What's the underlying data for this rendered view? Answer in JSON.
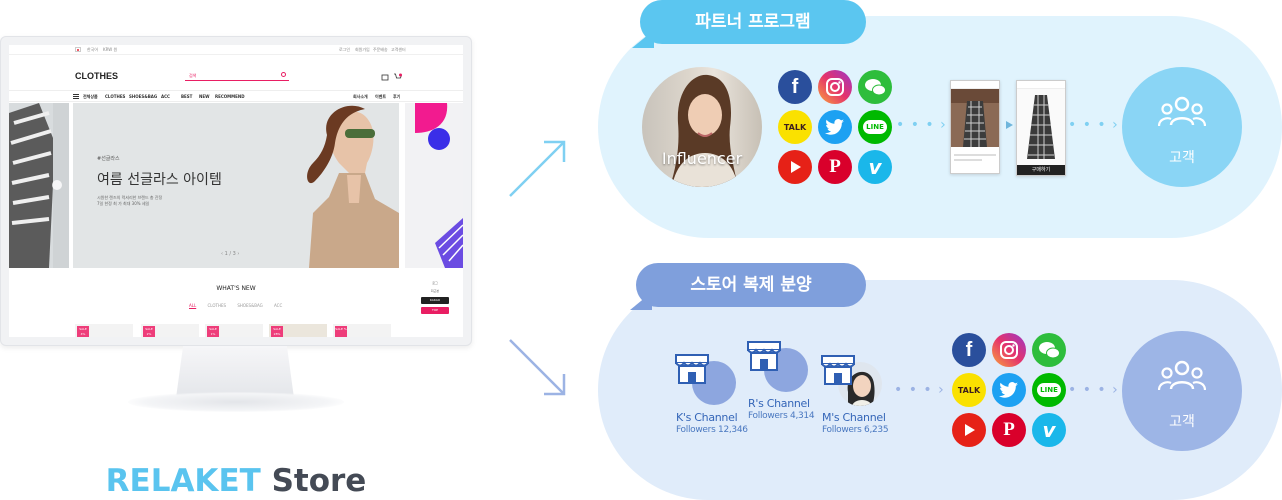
{
  "store": {
    "brand": "RELAKET",
    "suffix": "Store",
    "site": {
      "topbar_links": [
        "로그인",
        "회원가입",
        "주문배송",
        "고객센터"
      ],
      "topbar_left": [
        "한국어",
        "KRW 원"
      ],
      "logo": "CLOTHES",
      "search_placeholder": "검색",
      "nav": [
        "전체상품",
        "CLOTHES",
        "SHOES&BAG",
        "ACC",
        "BEST",
        "NEW",
        "RECOMMEND"
      ],
      "nav_right": [
        "회사소개",
        "이벤트",
        "후기"
      ],
      "banner_small": "#선글라스",
      "banner_title": "여름 선글라스 아이템",
      "banner_desc1": "시원한 렌즈의 럭셔리한 브랜드 총 잔정",
      "banner_desc2": "7일 한정 최 가 최대 30% 세일",
      "pager": "‹  1 / 3  ›",
      "whats_new": "WHAT'S NEW",
      "tabs": [
        "ALL",
        "CLOTHES",
        "SHOES&BAG",
        "ACC"
      ],
      "sale_labels": [
        "SALE 4%",
        "SALE 2%",
        "SALE 1%",
        "SALE 28%",
        "SALE %"
      ],
      "side_widget": [
        "로그",
        "최근본",
        "KAKAO",
        "TOP"
      ]
    }
  },
  "partner_program": {
    "title": "파트너 프로그램",
    "influencer_label": "Influencer",
    "customer_label": "고객",
    "buy_button": "구매하기"
  },
  "store_copy": {
    "title": "스토어 복제 분양",
    "customer_label": "고객",
    "channels": [
      {
        "name": "K's Channel",
        "followers": "Followers 12,346"
      },
      {
        "name": "R's Channel",
        "followers": "Followers 4,314"
      },
      {
        "name": "M's Channel",
        "followers": "Followers 6,235"
      }
    ]
  },
  "social_icons": [
    "facebook-icon",
    "instagram-icon",
    "wechat-icon",
    "kakaotalk-icon",
    "twitter-icon",
    "line-icon",
    "youtube-icon",
    "pinterest-icon",
    "vimeo-icon"
  ],
  "icon_text": {
    "facebook": "f",
    "talk": "TALK",
    "line": "LINE",
    "pinterest": "P",
    "vimeo": "v"
  },
  "colors": {
    "brand_blue": "#5ac4ef",
    "partner_panel": "#e0f3fd",
    "copy_panel": "#e0ecfa",
    "partner_tag": "#5bc6f0",
    "copy_tag": "#7f9fdc"
  }
}
